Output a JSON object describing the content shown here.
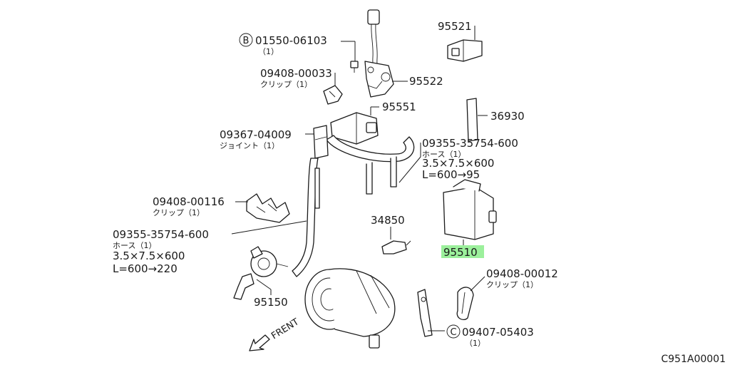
{
  "callouts": {
    "c01550": {
      "number": "01550-06103",
      "sub": "（1）",
      "circle": "B"
    },
    "c95521": {
      "number": "95521"
    },
    "c95522": {
      "number": "95522"
    },
    "c09408_33": {
      "number": "09408-00033",
      "sub": "クリップ（1）"
    },
    "c95551": {
      "number": "95551"
    },
    "c36930": {
      "number": "36930"
    },
    "c09367": {
      "number": "09367-04009",
      "sub": "ジョイント（1）"
    },
    "c09355a": {
      "number": "09355-35754-600",
      "sub": "ホース（1）",
      "size": "3.5×7.5×600",
      "length": "L=600→95"
    },
    "c09408_116": {
      "number": "09408-00116",
      "sub": "クリップ（1）"
    },
    "c34850": {
      "number": "34850"
    },
    "c95510": {
      "number": "95510"
    },
    "c09355b": {
      "number": "09355-35754-600",
      "sub": "ホース（1）",
      "size": "3.5×7.5×600",
      "length": "L=600→220"
    },
    "c09408_12": {
      "number": "09408-00012",
      "sub": "クリップ（1）"
    },
    "c95150": {
      "number": "95150"
    },
    "c09407": {
      "number": "09407-05403",
      "sub": "（1）",
      "circle": "C"
    }
  },
  "front_label": "FRENT",
  "diagram_code": "C951A00001",
  "colors": {
    "line": "#1a1a1a",
    "highlight": "#9cf09c"
  }
}
